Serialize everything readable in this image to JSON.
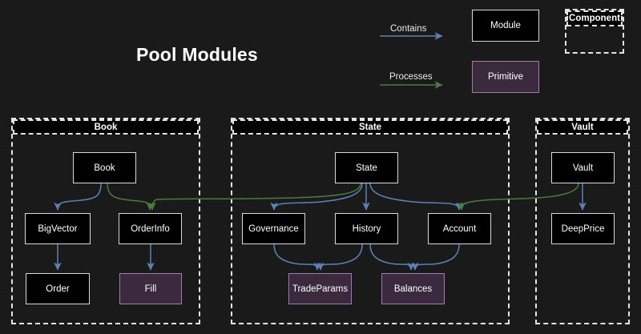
{
  "page": {
    "title": "Pool Modules",
    "background_color": "#1a1a1a"
  },
  "legend": {
    "edges": [
      {
        "label": "Contains",
        "color": "#5b82b8",
        "icon": "arrow-right-icon"
      },
      {
        "label": "Processes",
        "color": "#3f7034",
        "icon": "arrow-right-icon"
      }
    ],
    "shapes": [
      {
        "label": "Module",
        "kind": "module",
        "fill": "#000000",
        "border": "#d8d8d8"
      },
      {
        "label": "Primitive",
        "kind": "primitive",
        "fill": "#3b2a3e",
        "border": "#9b7fa8"
      },
      {
        "label": "Component",
        "kind": "component",
        "fill": "transparent",
        "border": "#e4e4e4"
      }
    ]
  },
  "groups": [
    {
      "id": "book",
      "label": "Book"
    },
    {
      "id": "state",
      "label": "State"
    },
    {
      "id": "vault",
      "label": "Vault"
    }
  ],
  "nodes": {
    "book": {
      "label": "Book",
      "kind": "module",
      "group": "book"
    },
    "bigvector": {
      "label": "BigVector",
      "kind": "module",
      "group": "book"
    },
    "orderinfo": {
      "label": "OrderInfo",
      "kind": "module",
      "group": "book"
    },
    "order": {
      "label": "Order",
      "kind": "module",
      "group": "book"
    },
    "fill": {
      "label": "Fill",
      "kind": "primitive",
      "group": "book"
    },
    "state": {
      "label": "State",
      "kind": "module",
      "group": "state"
    },
    "governance": {
      "label": "Governance",
      "kind": "module",
      "group": "state"
    },
    "history": {
      "label": "History",
      "kind": "module",
      "group": "state"
    },
    "account": {
      "label": "Account",
      "kind": "module",
      "group": "state"
    },
    "tradeparams": {
      "label": "TradeParams",
      "kind": "primitive",
      "group": "state"
    },
    "balances": {
      "label": "Balances",
      "kind": "primitive",
      "group": "state"
    },
    "vault": {
      "label": "Vault",
      "kind": "module",
      "group": "vault"
    },
    "deepprice": {
      "label": "DeepPrice",
      "kind": "module",
      "group": "vault"
    }
  },
  "edges": [
    {
      "from": "book",
      "to": "bigvector",
      "type": "Contains"
    },
    {
      "from": "book",
      "to": "orderinfo",
      "type": "Processes"
    },
    {
      "from": "bigvector",
      "to": "order",
      "type": "Contains"
    },
    {
      "from": "orderinfo",
      "to": "fill",
      "type": "Contains"
    },
    {
      "from": "state",
      "to": "governance",
      "type": "Contains"
    },
    {
      "from": "state",
      "to": "history",
      "type": "Contains"
    },
    {
      "from": "state",
      "to": "account",
      "type": "Contains"
    },
    {
      "from": "state",
      "to": "orderinfo",
      "type": "Processes"
    },
    {
      "from": "governance",
      "to": "tradeparams",
      "type": "Contains"
    },
    {
      "from": "history",
      "to": "tradeparams",
      "type": "Contains"
    },
    {
      "from": "history",
      "to": "balances",
      "type": "Contains"
    },
    {
      "from": "account",
      "to": "balances",
      "type": "Contains"
    },
    {
      "from": "vault",
      "to": "deepprice",
      "type": "Contains"
    },
    {
      "from": "vault",
      "to": "account",
      "type": "Processes"
    }
  ],
  "colors": {
    "contains": "#5b82b8",
    "processes": "#3f7034",
    "module_fill": "#000000",
    "module_border": "#d8d8d8",
    "primitive_fill": "#3b2a3e",
    "primitive_border": "#9b7fa8",
    "group_border": "#e4e4e4",
    "text": "#ffffff"
  }
}
